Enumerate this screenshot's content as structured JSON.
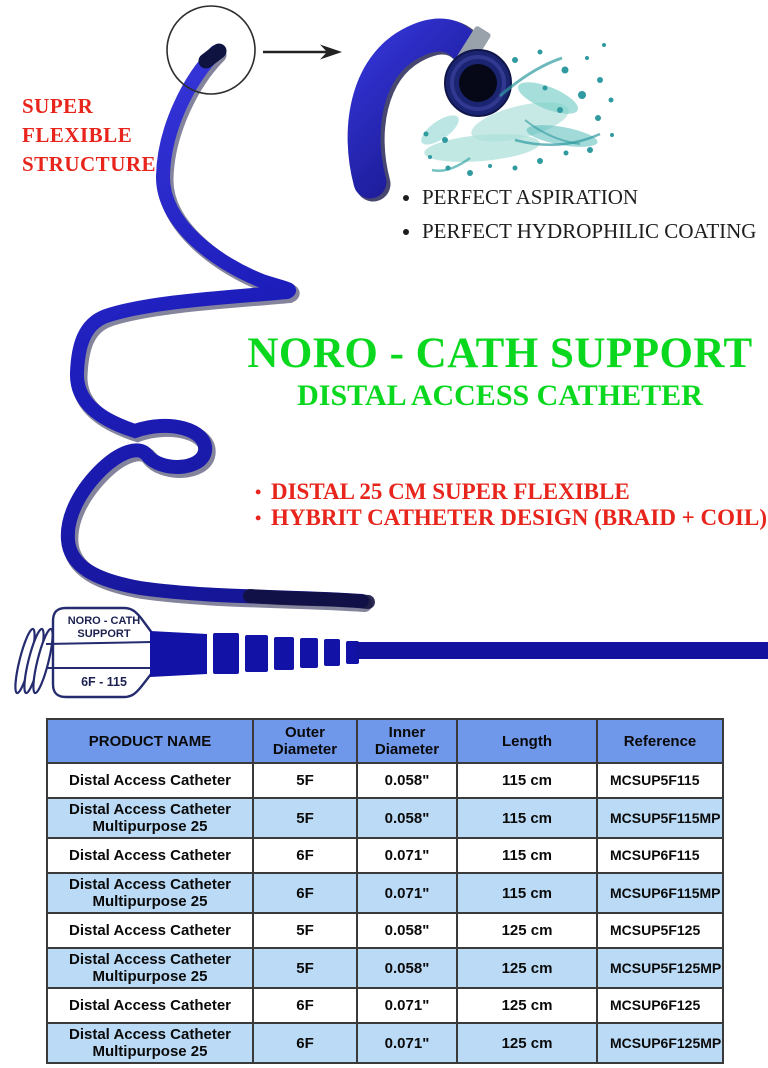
{
  "colors": {
    "accent_red": "#e8251c",
    "accent_green": "#09d81f",
    "catheter_blue": "#2121c0",
    "catheter_navy": "#222a6e",
    "splash_teal": "#3aa8a8",
    "table_header_bg": "#6f97ea",
    "table_alt_row_bg": "#badaf5",
    "table_border": "#3a3a3a"
  },
  "flexible_label": {
    "lines": [
      "SUPER",
      "FLEXIBLE",
      "STRUCTURE"
    ]
  },
  "features": {
    "items": [
      "PERFECT ASPIRATION",
      "PERFECT HYDROPHILIC COATING"
    ]
  },
  "title": {
    "main": "NORO - CATH SUPPORT",
    "sub": "DISTAL ACCESS CATHETER"
  },
  "highlights": {
    "bullet": "•",
    "items": [
      "DISTAL 25 CM SUPER FLEXIBLE",
      "HYBRIT CATHETER DESIGN (BRAID + COIL)"
    ]
  },
  "hub": {
    "name_line1": "NORO - CATH",
    "name_line2": "SUPPORT",
    "size_label": "6F - 115"
  },
  "table": {
    "headers": [
      "PRODUCT NAME",
      "Outer Diameter",
      "Inner Diameter",
      "Length",
      "Reference"
    ],
    "rows": [
      {
        "product": "Distal Access Catheter",
        "outer": "5F",
        "inner": "0.058\"",
        "length": "115 cm",
        "reference": "MCSUP5F115"
      },
      {
        "product": "Distal Access Catheter Multipurpose 25",
        "outer": "5F",
        "inner": "0.058\"",
        "length": "115 cm",
        "reference": "MCSUP5F115MP"
      },
      {
        "product": "Distal Access Catheter",
        "outer": "6F",
        "inner": "0.071\"",
        "length": "115 cm",
        "reference": "MCSUP6F115"
      },
      {
        "product": "Distal Access Catheter Multipurpose 25",
        "outer": "6F",
        "inner": "0.071\"",
        "length": "115 cm",
        "reference": "MCSUP6F115MP"
      },
      {
        "product": "Distal Access Catheter",
        "outer": "5F",
        "inner": "0.058\"",
        "length": "125 cm",
        "reference": "MCSUP5F125"
      },
      {
        "product": "Distal Access Catheter Multipurpose 25",
        "outer": "5F",
        "inner": "0.058\"",
        "length": "125 cm",
        "reference": "MCSUP5F125MP"
      },
      {
        "product": "Distal Access Catheter",
        "outer": "6F",
        "inner": "0.071\"",
        "length": "125 cm",
        "reference": "MCSUP6F125"
      },
      {
        "product": "Distal Access Catheter Multipurpose 25",
        "outer": "6F",
        "inner": "0.071\"",
        "length": "125 cm",
        "reference": "MCSUP6F125MP"
      }
    ]
  }
}
